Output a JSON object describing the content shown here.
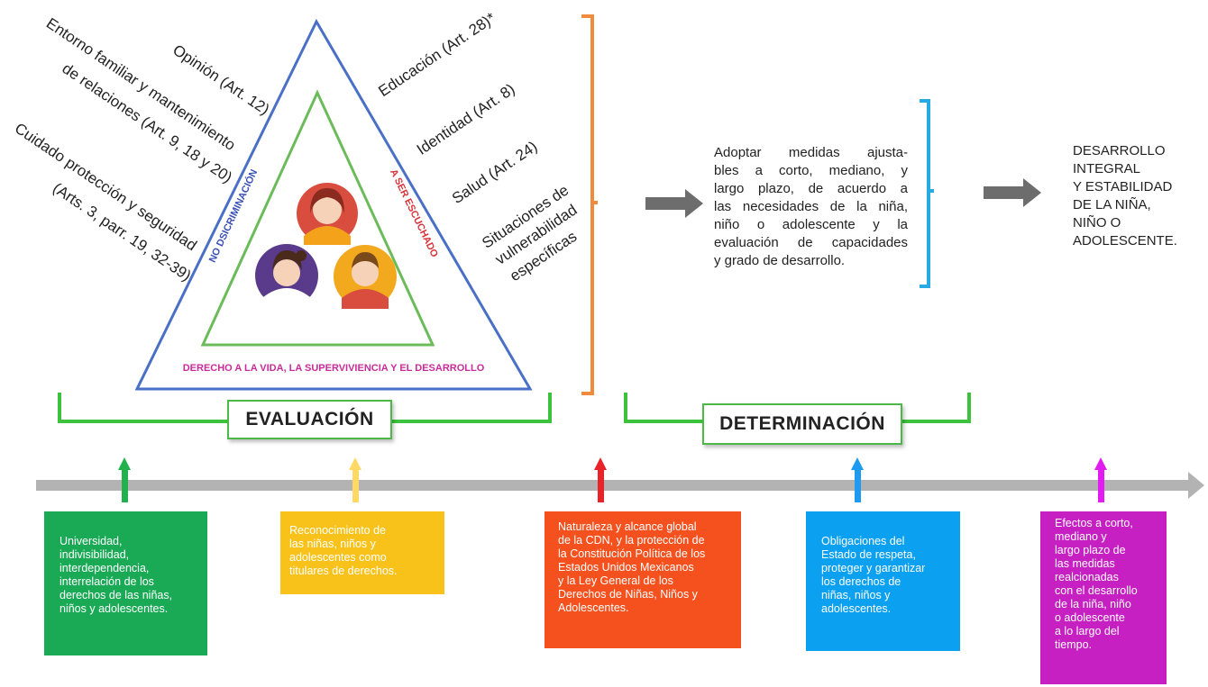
{
  "colors": {
    "triangle_outer": "#4a6fc7",
    "triangle_inner": "#6cbb5a",
    "bracket_orange": "#f08a3c",
    "bracket_blue": "#27aae1",
    "bracket_green": "#3cc23c",
    "timeline": "#b3b3b3",
    "arrow_gray": "#6d6d6d",
    "no_discriminacion": "#3a4fb5",
    "ser_escuchado": "#d8343a",
    "derecho_vida": "#c92c9a"
  },
  "left_labels": {
    "opinion": "Opinión (Art. 12)",
    "entorno_1": "Entorno familiar y mantenimiento",
    "entorno_2": "de relaciones (Art. 9, 18 y 20)",
    "cuidado_1": "Cuidado protección y seguridad",
    "cuidado_2": "(Arts. 3, parr. 19, 32-39)"
  },
  "right_labels": {
    "educacion": "Educación (Art. 28)*",
    "identidad": "Identidad (Art. 8)",
    "salud": "Salud (Art. 24)",
    "situaciones_1": "Situaciones de",
    "situaciones_2": "vulnerabilidad",
    "situaciones_3": "específicas"
  },
  "triangle": {
    "left_side": "NO DSICRIMINACIÓN",
    "right_side": "A SER ESCUCHADO",
    "bottom": "DERECHO A LA VIDA, LA SUPERVIVIENCIA Y EL DESARROLLO"
  },
  "determination_text": "Adoptar medidas ajustables a corto, mediano, y largo plazo, de acuerdo a las necesidades de la niña, niño o adolescente y la evaluación de capacidades y grado de desarrollo.",
  "determination_lines": [
    "Adoptar medidas ajusta-",
    "bles a corto, mediano, y",
    "largo plazo, de acuerdo a",
    "las necesidades de la niña,",
    "niño o adolescente y la",
    "evaluación de capacidades",
    "y grado de desarrollo."
  ],
  "result_lines": [
    "DESARROLLO",
    "INTEGRAL",
    "Y ESTABILIDAD",
    "DE LA NIÑA,",
    "NIÑO O",
    "ADOLESCENTE."
  ],
  "tags": {
    "evaluacion": "EVALUACIÓN",
    "determinacion": "DETERMINACIÓN"
  },
  "boxes": [
    {
      "color": "#1aaa55",
      "arrow_color": "#22b14c",
      "lines": [
        "Universidad,",
        "indivisibilidad,",
        "interdependencia,",
        "interrelación de los",
        "derechos de las niñas,",
        "niños y adolescentes."
      ]
    },
    {
      "color": "#f8c21b",
      "arrow_color": "#ffd966",
      "lines": [
        "Reconocimiento de",
        "las niñas, niños y",
        "adolescentes como",
        "titulares de derechos."
      ]
    },
    {
      "color": "#f4511e",
      "arrow_color": "#e8232a",
      "lines": [
        "Naturaleza y alcance global",
        "de la CDN, y la protección de",
        "la Constitución Política de los",
        "Estados Unidos Mexicanos",
        "y la Ley General de los",
        "Derechos de Niñas, Niños y",
        "Adolescentes."
      ]
    },
    {
      "color": "#0ca0f0",
      "arrow_color": "#1e9bf0",
      "lines": [
        "Obligaciones del",
        "Estado de respeta,",
        "proteger y garantizar",
        "los derechos de",
        "niñas, niños y",
        "adolescentes."
      ]
    },
    {
      "color": "#c61fc2",
      "arrow_color": "#e21cf0",
      "lines": [
        "Efectos a corto,",
        "mediano y",
        "largo plazo de",
        "las medidas",
        "realcionadas",
        "con el desarrollo",
        "de la niña, niño",
        "o adolescente",
        "a lo largo del",
        "tiempo."
      ]
    }
  ]
}
